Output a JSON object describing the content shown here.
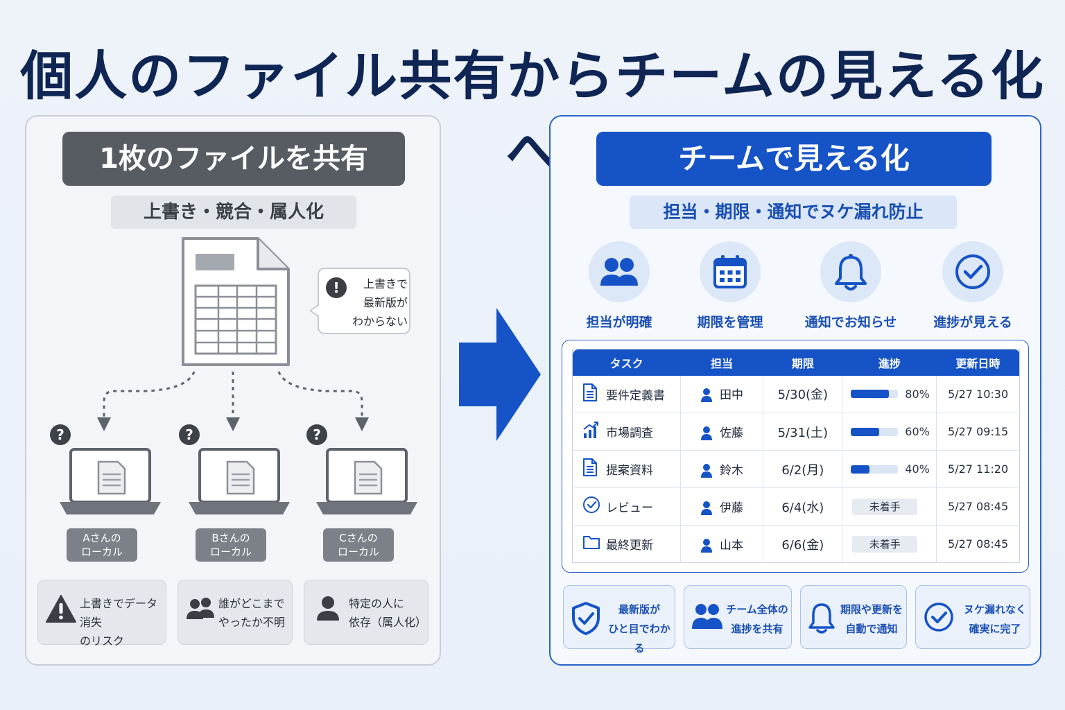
{
  "title": "個人のファイル共有からチームの見える化へ",
  "left": {
    "header": "1枚のファイルを共有",
    "subheader": "上書き・競合・属人化",
    "bubble_text": "上書きで\n最新版が\nわからない",
    "bubble_icon": "exclamation-icon",
    "laptops": [
      {
        "label": "Aさんの\nローカル"
      },
      {
        "label": "Bさんの\nローカル"
      },
      {
        "label": "Cさんの\nローカル"
      }
    ],
    "risks": [
      {
        "text": "上書きでデータ消失\nのリスク",
        "icon": "warning-icon"
      },
      {
        "text": "誰がどこまで\nやったか不明",
        "icon": "people-icon"
      },
      {
        "text": "特定の人に\n依存（属人化）",
        "icon": "person-icon"
      }
    ]
  },
  "right": {
    "header": "チームで見える化",
    "subheader": "担当・期限・通知でヌケ漏れ防止",
    "features": [
      {
        "label": "担当が明確",
        "icon": "people-icon"
      },
      {
        "label": "期限を管理",
        "icon": "calendar-icon"
      },
      {
        "label": "通知でお知らせ",
        "icon": "bell-icon"
      },
      {
        "label": "進捗が見える",
        "icon": "check-circle-icon"
      }
    ],
    "table": {
      "headers": [
        "タスク",
        "担当",
        "期限",
        "進捗",
        "更新日時"
      ],
      "rows": [
        {
          "task": "要件定義書",
          "icon": "document-icon",
          "owner": "田中",
          "due": "5/30(金)",
          "progress": 80,
          "progress_label": "80%",
          "updated": "5/27 10:30"
        },
        {
          "task": "市場調査",
          "icon": "chart-icon",
          "owner": "佐藤",
          "due": "5/31(土)",
          "progress": 60,
          "progress_label": "60%",
          "updated": "5/27 09:15"
        },
        {
          "task": "提案資料",
          "icon": "document-icon",
          "owner": "鈴木",
          "due": "6/2(月)",
          "progress": 40,
          "progress_label": "40%",
          "updated": "5/27 11:20"
        },
        {
          "task": "レビュー",
          "icon": "check-circle-icon",
          "owner": "伊藤",
          "due": "6/4(水)",
          "progress": null,
          "progress_label": "未着手",
          "updated": "5/27 08:45"
        },
        {
          "task": "最終更新",
          "icon": "folder-icon",
          "owner": "山本",
          "due": "6/6(金)",
          "progress": null,
          "progress_label": "未着手",
          "updated": "5/27 08:45"
        }
      ]
    },
    "benefits": [
      {
        "text": "最新版が\nひと目でわかる",
        "icon": "shield-check-icon"
      },
      {
        "text": "チーム全体の\n進捗を共有",
        "icon": "people-icon"
      },
      {
        "text": "期限や更新を\n自動で通知",
        "icon": "bell-icon"
      },
      {
        "text": "ヌケ漏れなく\n確実に完了",
        "icon": "check-circle-icon"
      }
    ]
  },
  "colors": {
    "navy": "#0f2554",
    "brand_blue": "#1553c7",
    "gray_header": "#575c63",
    "panel_gray": "#f3f5f8"
  }
}
